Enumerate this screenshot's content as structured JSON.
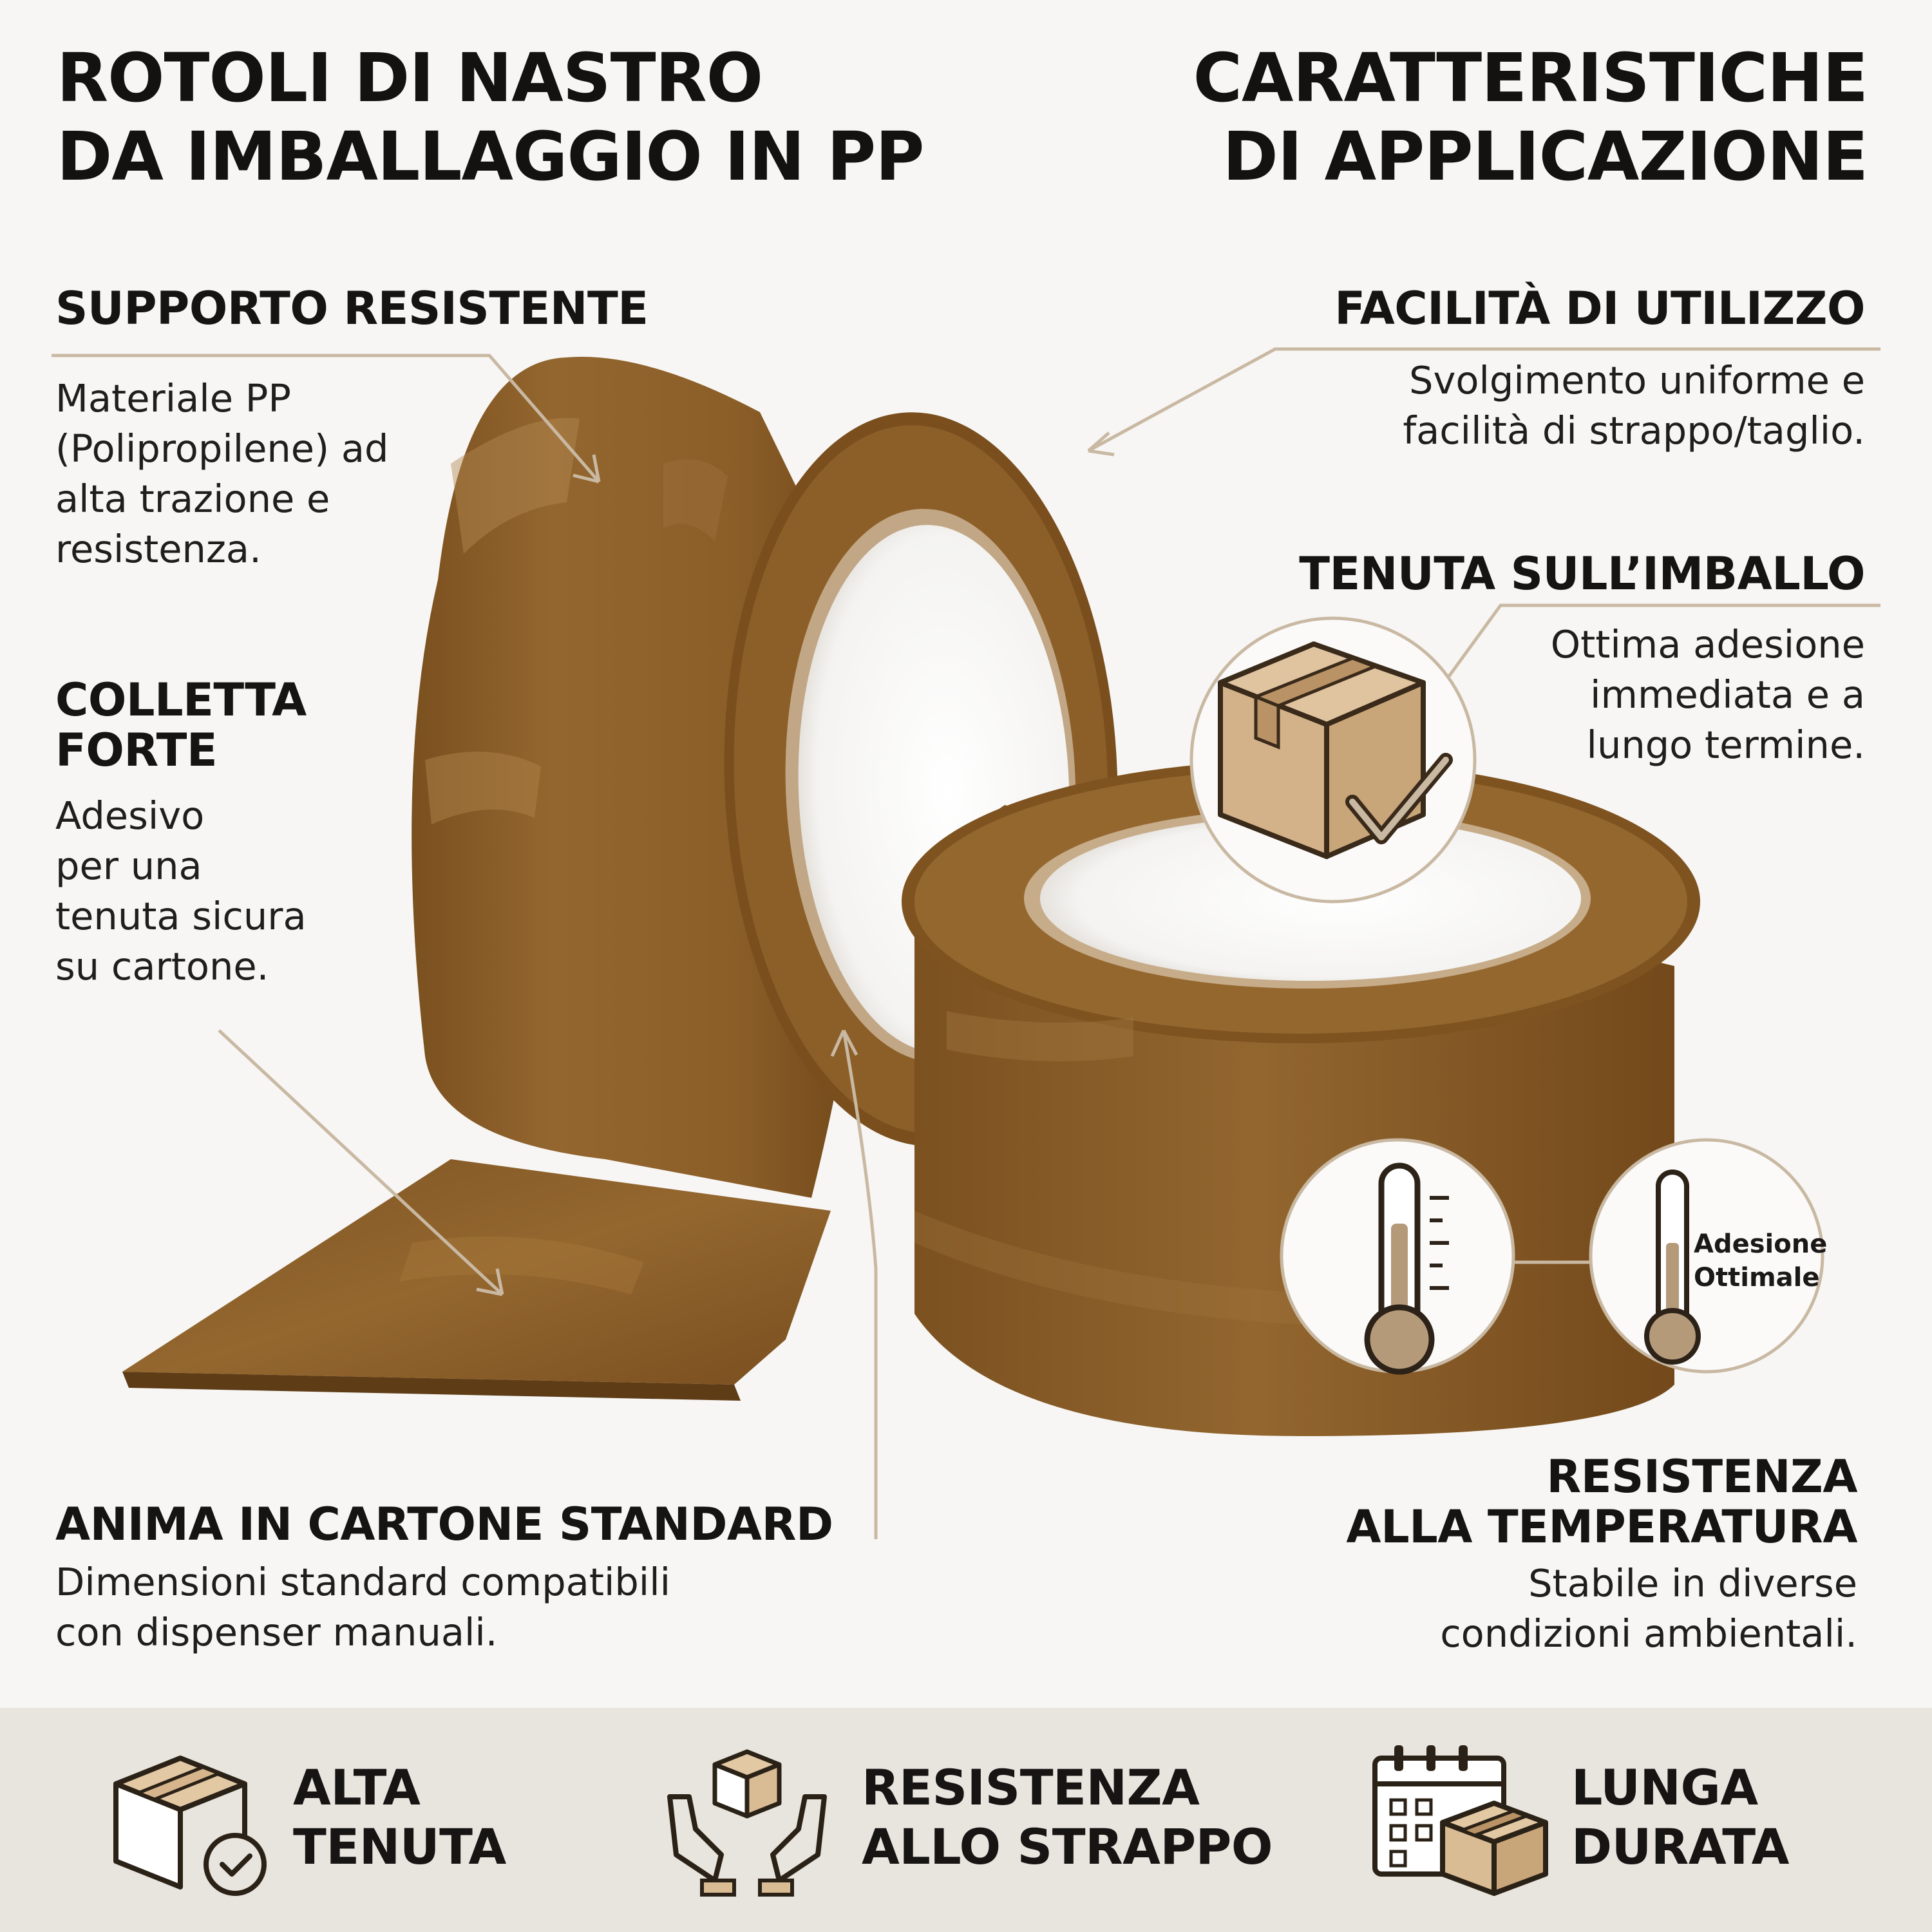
{
  "title_left": {
    "line1": "ROTOLI DI NASTRO",
    "line2": "DA IMBALLAGGIO IN PP"
  },
  "title_right": {
    "line1": "CARATTERISTICHE",
    "line2": "DI APPLICAZIONE"
  },
  "features_left": [
    {
      "heading": "SUPPORTO RESISTENTE",
      "lines": [
        "Materiale PP",
        "(Polipropilene) ad",
        "alta trazione e",
        "resistenza."
      ]
    },
    {
      "heading_lines": [
        "COLLETTA",
        "FORTE"
      ],
      "lines": [
        "Adesivo",
        "per una",
        "tenuta sicura",
        "su cartone."
      ]
    },
    {
      "heading": "ANIMA IN CARTONE STANDARD",
      "lines": [
        "Dimensioni standard compatibili",
        "con dispenser manuali."
      ]
    }
  ],
  "features_right": [
    {
      "heading": "FACILITÀ DI UTILIZZO",
      "lines": [
        "Svolgimento uniforme e",
        "facilità di strappo/taglio."
      ]
    },
    {
      "heading": "TENUTA SULL’IMBALLO",
      "lines": [
        "Ottima adesione",
        "immediata e a",
        "lungo termine."
      ]
    },
    {
      "heading_lines": [
        "RESISTENZA",
        "ALLA TEMPERATURA"
      ],
      "lines": [
        "Stabile in diverse",
        "condizioni ambientali."
      ]
    }
  ],
  "temperature_badge": {
    "line1": "Adesione",
    "line2": "Ottimale"
  },
  "bottom_features": [
    {
      "icon": "box-check-icon",
      "line1": "ALTA",
      "line2": "TENUTA"
    },
    {
      "icon": "hands-box-icon",
      "line1": "RESISTENZA",
      "line2": "ALLO STRAPPO"
    },
    {
      "icon": "calendar-box-icon",
      "line1": "LUNGA",
      "line2": "DURATA"
    }
  ],
  "colors": {
    "tape": "#8a5e2a",
    "tape_dark": "#6b4519",
    "tape_light": "#b58a52",
    "accent_line": "#c9b9a3",
    "band": "#e8e4de",
    "core": "#ffffff"
  }
}
